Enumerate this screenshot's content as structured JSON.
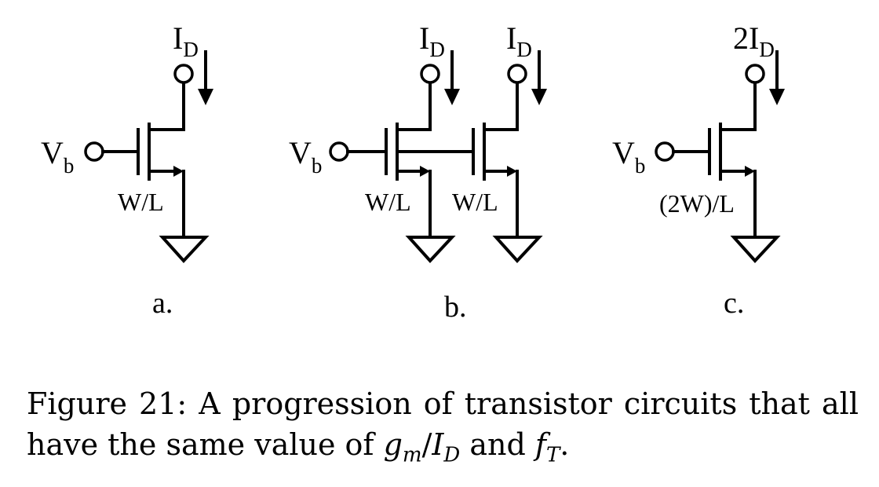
{
  "figure": {
    "circuits": [
      {
        "id": "a",
        "panel_label": "a.",
        "input_label": "V",
        "input_sub": "b",
        "transistors": [
          {
            "size_label": "W/L",
            "current_main": "I",
            "current_sub": "D"
          }
        ]
      },
      {
        "id": "b",
        "panel_label": "b.",
        "input_label": "V",
        "input_sub": "b",
        "transistors": [
          {
            "size_label": "W/L",
            "current_main": "I",
            "current_sub": "D"
          },
          {
            "size_label": "W/L",
            "current_main": "I",
            "current_sub": "D"
          }
        ]
      },
      {
        "id": "c",
        "panel_label": "c.",
        "input_label": "V",
        "input_sub": "b",
        "transistors": [
          {
            "size_label": "(2W)/L",
            "current_main": "2I",
            "current_sub": "D"
          }
        ]
      }
    ],
    "caption": {
      "prefix": "Figure 21: A progression of transistor circuits that all have the same value of ",
      "gm_main": "g",
      "gm_sub": "m",
      "slash": "/",
      "id_main": "I",
      "id_sub": "D",
      "middle": " and ",
      "ft_main": "f",
      "ft_sub": "T",
      "suffix": "."
    }
  }
}
